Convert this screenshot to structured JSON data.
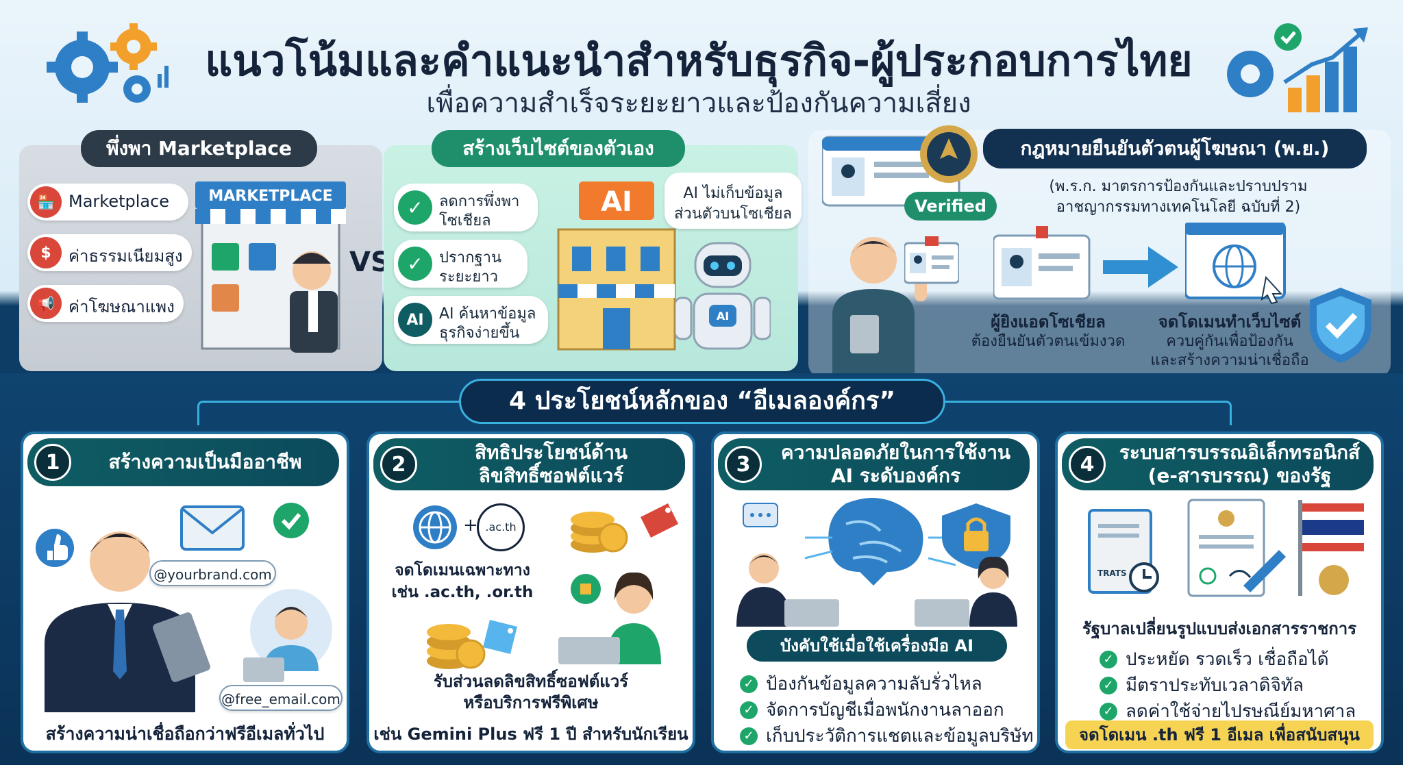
{
  "header": {
    "title": "แนวโน้มและคำแนะนำสำหรับธุรกิจ-ผู้ประกอบการไทย",
    "subtitle": "เพื่อความสำเร็จระยะยาวและป้องกันความเสี่ยง"
  },
  "marketplace_panel": {
    "title": "พึ่งพา Marketplace",
    "items": [
      "Marketplace",
      "ค่าธรรมเนียมสูง",
      "ค่าโฆษณาแพง"
    ],
    "store_sign": "MARKETPLACE",
    "vs_label": "VS"
  },
  "website_panel": {
    "title": "สร้างเว็บไซต์ของตัวเอง",
    "benefits": [
      {
        "line1": "ลดการพึ่งพา",
        "line2": "โซเชียล"
      },
      {
        "line1": "ปรากฐาน",
        "line2": "ระยะยาว"
      },
      {
        "line1": "AI ค้นหาข้อมูล",
        "line2": "ธุรกิจง่ายขึ้น"
      }
    ],
    "ai_badge": "AI",
    "building_sign": "AI",
    "robot_chest": "AI",
    "speech_line1": "AI ไม่เก็บข้อมูล",
    "speech_line2": "ส่วนตัวบนโซเชียล"
  },
  "law_panel": {
    "title": "กฎหมายยืนยันตัวตนผู้โฆษณา (พ.ย.)",
    "note_line1": "(พ.ร.ก. มาตรการป้องกันและปราบปราม",
    "note_line2": "อาชญากรรมทางเทคโนโลยี ฉบับที่ 2)",
    "verified": "Verified",
    "caption1_line1": "ผู้ยิงแอดโซเชียล",
    "caption1_line2": "ต้องยืนยันตัวตนเข้มงวด",
    "caption2_line1": "จดโดเมนทำเว็บไซต์",
    "caption2_line2": "ควบคู่กันเพื่อป้องกัน",
    "caption2_line3": "และสร้างความน่าเชื่อถือ"
  },
  "bottom": {
    "section_title": "4 ประโยชน์หลักของ “อีเมลองค์กร”",
    "cards": [
      {
        "number": "1",
        "title_line1": "สร้างความเป็นมืออาชีพ",
        "title_line2": "",
        "email_pro": "@yourbrand.com",
        "email_free": "@free_email.com",
        "footer": "สร้างความน่าเชื่อถือกว่าฟรีอีเมลทั่วไป"
      },
      {
        "number": "2",
        "title_line1": "สิทธิประโยชน์ด้าน",
        "title_line2": "ลิขสิทธิ์ซอฟต์แวร์",
        "domain_tag": ".ac.th",
        "plus": "+",
        "domain_line1": "จดโดเมนเฉพาะทาง",
        "domain_line2": "เช่น .ac.th, .or.th",
        "discount_line1": "รับส่วนลดลิขสิทธิ์ซอฟต์แวร์",
        "discount_line2": "หรือบริการฟรีพิเศษ",
        "footer": "เช่น Gemini Plus ฟรี 1 ปี สำหรับนักเรียน"
      },
      {
        "number": "3",
        "title_line1": "ความปลอดภัยในการใช้งาน",
        "title_line2": "AI ระดับองค์กร",
        "banner": "บังคับใช้เมื่อใช้เครื่องมือ AI",
        "checks": [
          "ป้องกันข้อมูลความลับรั่วไหล",
          "จัดการบัญชีเมื่อพนักงานลาออก",
          "เก็บประวัติการแชตและข้อมูลบริษัท"
        ]
      },
      {
        "number": "4",
        "title_line1": "ระบบสารบรรณอิเล็กทรอนิกส์",
        "title_line2": "(e-สารบรรณ) ของรัฐ",
        "doc_label": "TRATS",
        "caption": "รัฐบาลเปลี่ยนรูปแบบส่งเอกสารราชการ",
        "checks": [
          "ประหยัด รวดเร็ว เชื่อถือได้",
          "มีตราประทับเวลาดิจิทัล",
          "ลดค่าใช้จ่ายไปรษณีย์มหาศาล"
        ],
        "footer": "จดโดเมน .th ฟรี 1 อีเมล เพื่อสนับสนุน"
      }
    ]
  },
  "colors": {
    "navy": "#0b2c4d",
    "teal_header": "#0f5d63",
    "check_green": "#1ea66a",
    "accent_blue": "#2f8fd1",
    "warning_red": "#d9463a",
    "footer_yellow": "#f7d354"
  }
}
